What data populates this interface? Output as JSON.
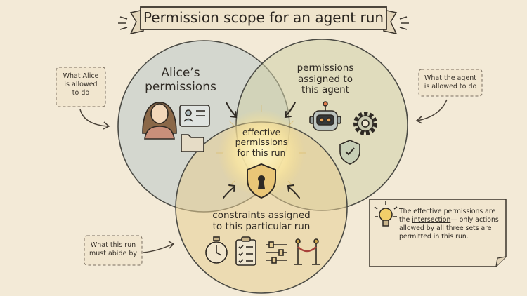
{
  "title": "Permission scope for an agent run",
  "sets": {
    "alice": "Alice’s\npermissions",
    "agent": "permissions\nassigned to\nthis agent",
    "run": "constraints assigned\nto this particular run",
    "center": "effective\npermissions\nfor this run"
  },
  "notes": {
    "alice": "What Alice\nis allowed\nto do",
    "agent": "What the agent\nis allowed to do",
    "run": "What this run\nmust abide by"
  },
  "callout": {
    "p1": "The effective permissions are the ",
    "intersection": "intersection",
    "p2": "— only actions ",
    "allowed": "allowed",
    "p3": " by ",
    "all": "all",
    "p4": " three sets are permitted in this run."
  },
  "icons": [
    "person-icon",
    "id-card-icon",
    "folder-icon",
    "robot-icon",
    "gear-icon",
    "shield-check-icon",
    "keyhole-shield-icon",
    "stopwatch-icon",
    "checklist-icon",
    "sliders-icon",
    "stanchion-icon",
    "lightbulb-icon"
  ],
  "colors": {
    "background": "#f3ead7",
    "alice_circle": "#b9c6c9",
    "agent_circle": "#cfcfa8",
    "run_circle": "#e6cd94",
    "center_glow": "#fff3b8",
    "ink": "#2f2a24"
  }
}
